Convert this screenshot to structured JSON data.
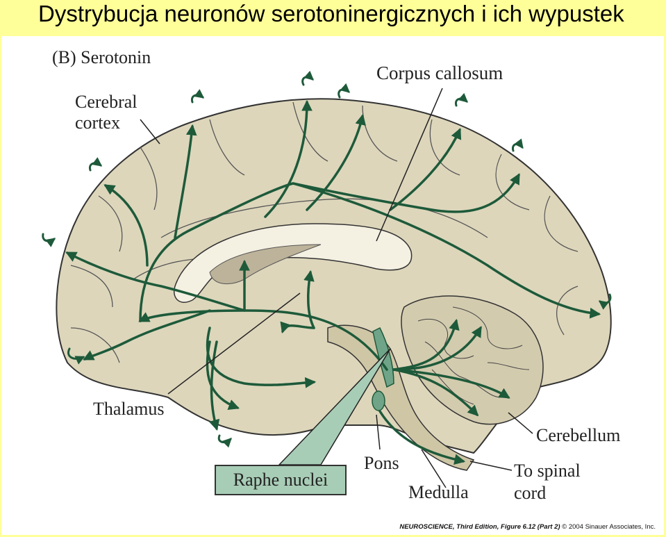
{
  "slide_title": "Dystrybucja neuronów serotoninergicznych  i ich wypustek",
  "figure": {
    "panel_label": "(B) Serotonin",
    "labels": {
      "corpus_callosum": "Corpus callosum",
      "cerebral_cortex": "Cerebral\ncortex",
      "thalamus": "Thalamus",
      "cerebellum": "Cerebellum",
      "pons": "Pons",
      "medulla": "Medulla",
      "to_spinal_cord": "To spinal\ncord",
      "raphe_nuclei": "Raphe nuclei"
    },
    "credit": {
      "book": "NEUROSCIENCE, Third Edition",
      "figure_ref": ", Figure 6.12 (Part 2)",
      "copyright": "  © 2004 Sinauer Associates, Inc."
    },
    "colors": {
      "slide_background": "#ffff99",
      "brain_tissue": "#ddd6bb",
      "pathway": "#1d5a3a",
      "raphe_highlight": "#a8cdb6"
    }
  }
}
